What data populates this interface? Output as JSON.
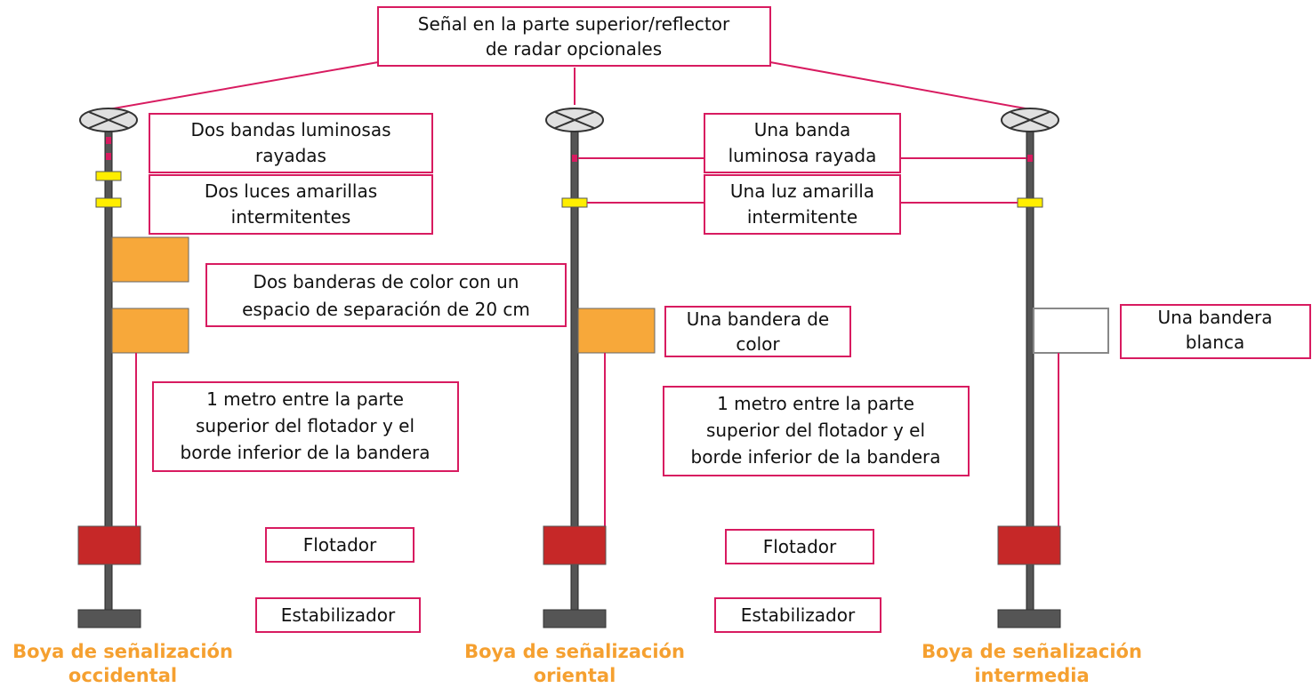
{
  "labels": {
    "top_signal": [
      "Señal en la parte superior/reflector",
      "de radar opcionales"
    ],
    "two_bands": [
      "Dos bandas luminosas",
      "rayadas"
    ],
    "two_lights": [
      "Dos luces amarillas",
      "intermitentes"
    ],
    "two_flags": [
      "Dos banderas de color con un",
      "espacio de separación de 20 cm"
    ],
    "one_band": [
      "Una banda",
      "luminosa rayada"
    ],
    "one_light": [
      "Una luz amarilla",
      "intermitente"
    ],
    "one_flag_color": [
      "Una bandera de",
      "color"
    ],
    "one_flag_white": [
      "Una bandera",
      "blanca"
    ],
    "distance_left": [
      "1 metro entre la parte",
      "superior del flotador y el",
      "borde inferior de la bandera"
    ],
    "distance_mid": [
      "1 metro entre la parte",
      "superior del flotador y el",
      "borde inferior de la bandera"
    ],
    "float_left": "Flotador",
    "float_mid": "Flotador",
    "stabilizer_left": "Estabilizador",
    "stabilizer_mid": "Estabilizador"
  },
  "captions": {
    "west": [
      "Boya de señalización",
      "occidental"
    ],
    "east": [
      "Boya de señalización",
      "oriental"
    ],
    "middle": [
      "Boya de señalización",
      "intermedia"
    ]
  },
  "colors": {
    "connector": "#d81b60",
    "caption": "#f5a030",
    "flag": "#f7a83a",
    "float": "#c62828",
    "light": "#ffee00",
    "pole": "#555555"
  }
}
